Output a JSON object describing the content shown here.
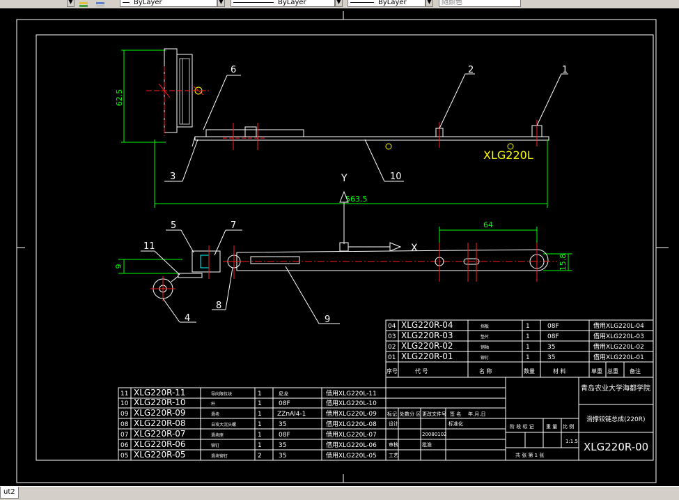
{
  "toolbar": {
    "layer_color": "ByLayer",
    "linetype": "ByLayer",
    "lineweight": "ByLayer",
    "plot_style": "随颜色",
    "icons": [
      "layer-state-icon",
      "layer-previous-icon"
    ]
  },
  "layout_tab": "ut2",
  "colors": {
    "background": "#000000",
    "frame": "#ffffff",
    "centerline": "#ff2020",
    "dimension": "#00ff00",
    "label_yellow": "#ffff00"
  },
  "drawing": {
    "part_label": "XLG220L",
    "axis_y": "Y",
    "axis_x": "X",
    "dims": {
      "height": "62.5",
      "length": "563.5",
      "pitch": "64",
      "dia": "15.8",
      "offset": "9"
    },
    "balloons": [
      "1",
      "2",
      "3",
      "4",
      "5",
      "6",
      "7",
      "8",
      "9",
      "10",
      "11"
    ]
  },
  "upper_table": {
    "rows": [
      {
        "no": "04",
        "code": "XLG220R-04",
        "name": "挡板",
        "qty": "1",
        "mat": "08F",
        "note": "借用XLG220L-04"
      },
      {
        "no": "03",
        "code": "XLG220R-03",
        "name": "垫片",
        "qty": "1",
        "mat": "08F",
        "note": "借用XLG220L-03"
      },
      {
        "no": "02",
        "code": "XLG220R-02",
        "name": "销轴",
        "qty": "1",
        "mat": "35",
        "note": "借用XLG220L-02"
      },
      {
        "no": "01",
        "code": "XLG220R-01",
        "name": "铆钉",
        "qty": "1",
        "mat": "35",
        "note": "借用XLG220L-01"
      }
    ],
    "header": [
      "序号",
      "代  号",
      "名  称",
      "数量",
      "材  料",
      "单重",
      "总重",
      "备注"
    ]
  },
  "lower_table": {
    "rows": [
      {
        "no": "11",
        "code": "XLG220R-11",
        "name": "导向限位块",
        "qty": "1",
        "mat": "尼龙",
        "note": "借用XLG220L-11"
      },
      {
        "no": "10",
        "code": "XLG220R-10",
        "name": "杆",
        "qty": "1",
        "mat": "08F",
        "note": "借用XLG220L-10"
      },
      {
        "no": "09",
        "code": "XLG220R-09",
        "name": "滑块",
        "qty": "1",
        "mat": "ZZnAl4-1",
        "note": "借用XLG220L-09"
      },
      {
        "no": "08",
        "code": "XLG220R-08",
        "name": "自攻大沉头螺",
        "qty": "1",
        "mat": "35",
        "note": "借用XLG220L-08"
      },
      {
        "no": "07",
        "code": "XLG220R-07",
        "name": "滑块座",
        "qty": "1",
        "mat": "08F",
        "note": "借用XLG220L-07"
      },
      {
        "no": "06",
        "code": "XLG220R-06",
        "name": "铆钉",
        "qty": "1",
        "mat": "35",
        "note": "借用XLG220L-06"
      },
      {
        "no": "05",
        "code": "XLG220R-05",
        "name": "滑块铆钉",
        "qty": "2",
        "mat": "35",
        "note": "借用XLG220L-05"
      }
    ]
  },
  "title_block": {
    "school": "青岛农业大学海都学院",
    "product": "滑撑铰链总成(220R)",
    "drawing_no": "XLG220R-00",
    "rev_header": [
      "标记",
      "处数",
      "分 区",
      "更改文件号",
      "签 名",
      "年.月.日"
    ],
    "roles": [
      "设计",
      "审核",
      "工艺"
    ],
    "std": "标准化",
    "date": "20080102",
    "approve": "批准",
    "stage": "阶 段 标 记",
    "weight": "重 量",
    "scale": "比 例",
    "scale_val": "1:1.5",
    "sheets": "共  张  第 1 张"
  }
}
